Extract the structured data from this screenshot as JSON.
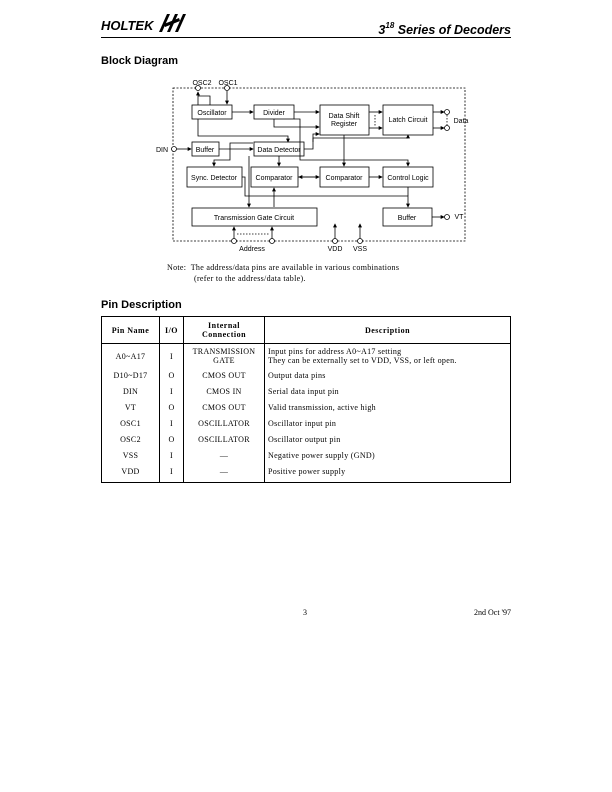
{
  "header": {
    "logo_text": "HOLTEK",
    "title_base": "3",
    "title_sup": "18",
    "title_rest": " Series of Decoders"
  },
  "block_diagram": {
    "heading": "Block Diagram",
    "blocks": {
      "oscillator": "Oscillator",
      "divider": "Divider",
      "shift_reg_line1": "Data  Shift",
      "shift_reg_line2": "Register",
      "latch": "Latch Circuit",
      "buffer_in": "Buffer",
      "data_detector": "Data Detector",
      "sync_detector": "Sync. Detector",
      "comparator1": "Comparator",
      "comparator2": "Comparator",
      "control_logic": "Control Logic",
      "transmission_gate": "Transmission Gate Circuit",
      "buffer_out": "Buffer"
    },
    "pins": {
      "osc2": "OSC2",
      "osc1": "OSC1",
      "din": "DIN",
      "data": "Data",
      "vt": "VT",
      "address": "Address",
      "vdd": "VDD",
      "vss": "VSS"
    },
    "note_line1": "Note:  The address/data pins are available in various combinations",
    "note_line2": "(refer to the address/data table)."
  },
  "pin_description": {
    "heading": "Pin Description",
    "columns": [
      "Pin Name",
      "I/O",
      "Internal Connection",
      "Description"
    ],
    "col_internal_line1": "Internal",
    "col_internal_line2": "Connection",
    "rows": [
      {
        "name": "A0~A17",
        "io": "I",
        "conn1": "TRANSMISSION",
        "conn2": "GATE",
        "desc1": "Input pins for address A0~A17 setting",
        "desc2": "They can be externally set to VDD, VSS, or left open."
      },
      {
        "name": "D10~D17",
        "io": "O",
        "conn1": "CMOS OUT",
        "desc1": "Output data pins"
      },
      {
        "name": "DIN",
        "io": "I",
        "conn1": "CMOS IN",
        "desc1": "Serial data input pin"
      },
      {
        "name": "VT",
        "io": "O",
        "conn1": "CMOS OUT",
        "desc1": "Valid transmission, active high"
      },
      {
        "name": "OSC1",
        "io": "I",
        "conn1": "OSCILLATOR",
        "desc1": "Oscillator input pin"
      },
      {
        "name": "OSC2",
        "io": "O",
        "conn1": "OSCILLATOR",
        "desc1": "Oscillator output pin"
      },
      {
        "name": "VSS",
        "io": "I",
        "conn1": "—",
        "desc1": "Negative power supply (GND)"
      },
      {
        "name": "VDD",
        "io": "I",
        "conn1": "—",
        "desc1": "Positive power supply"
      }
    ]
  },
  "footer": {
    "page_number": "3",
    "date": "2nd Oct '97"
  }
}
